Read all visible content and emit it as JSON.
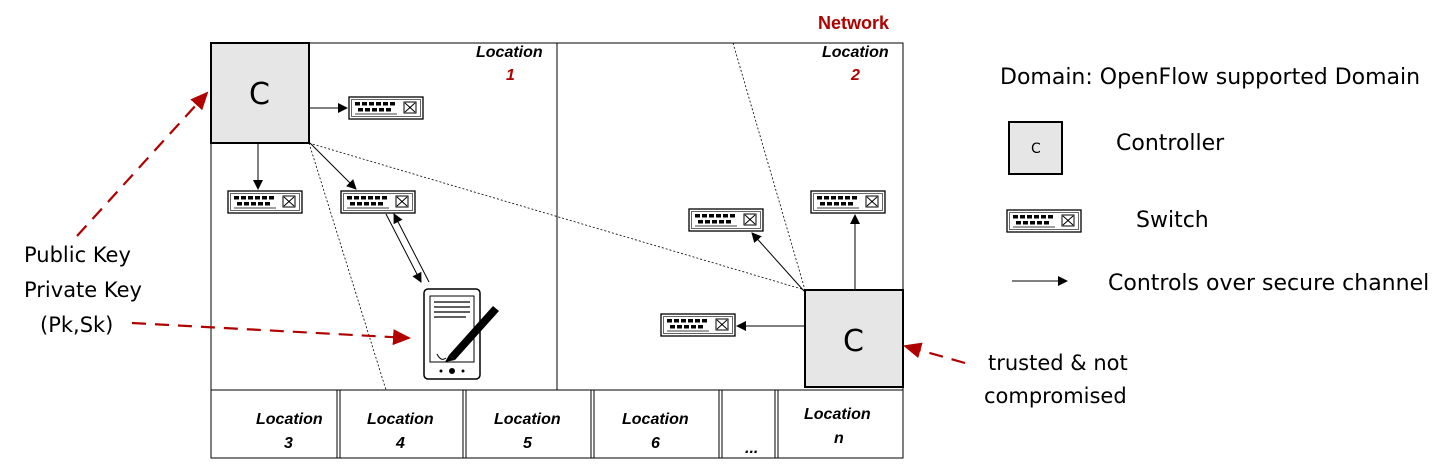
{
  "network_title": "Network",
  "locations": {
    "loc1": {
      "label": "Location",
      "num": "1"
    },
    "loc2": {
      "label": "Location",
      "num": "2"
    },
    "loc3": {
      "label": "Location",
      "num": "3"
    },
    "loc4": {
      "label": "Location",
      "num": "4"
    },
    "loc5": {
      "label": "Location",
      "num": "5"
    },
    "loc6": {
      "label": "Location",
      "num": "6"
    },
    "ellipsis": "...",
    "locn": {
      "label": "Location",
      "num": "n"
    }
  },
  "controller_letter": "C",
  "keys_label": [
    "Public Key",
    "Private Key",
    "(Pk,Sk)"
  ],
  "trusted_label": [
    "trusted & not",
    "compromised"
  ],
  "legend": {
    "domain": "Domain: OpenFlow supported Domain",
    "controller": "Controller",
    "switch": "Switch",
    "controls": "Controls over secure channel"
  },
  "colors": {
    "accent_red": "#b00000",
    "controller_fill": "#e6e6e6"
  }
}
